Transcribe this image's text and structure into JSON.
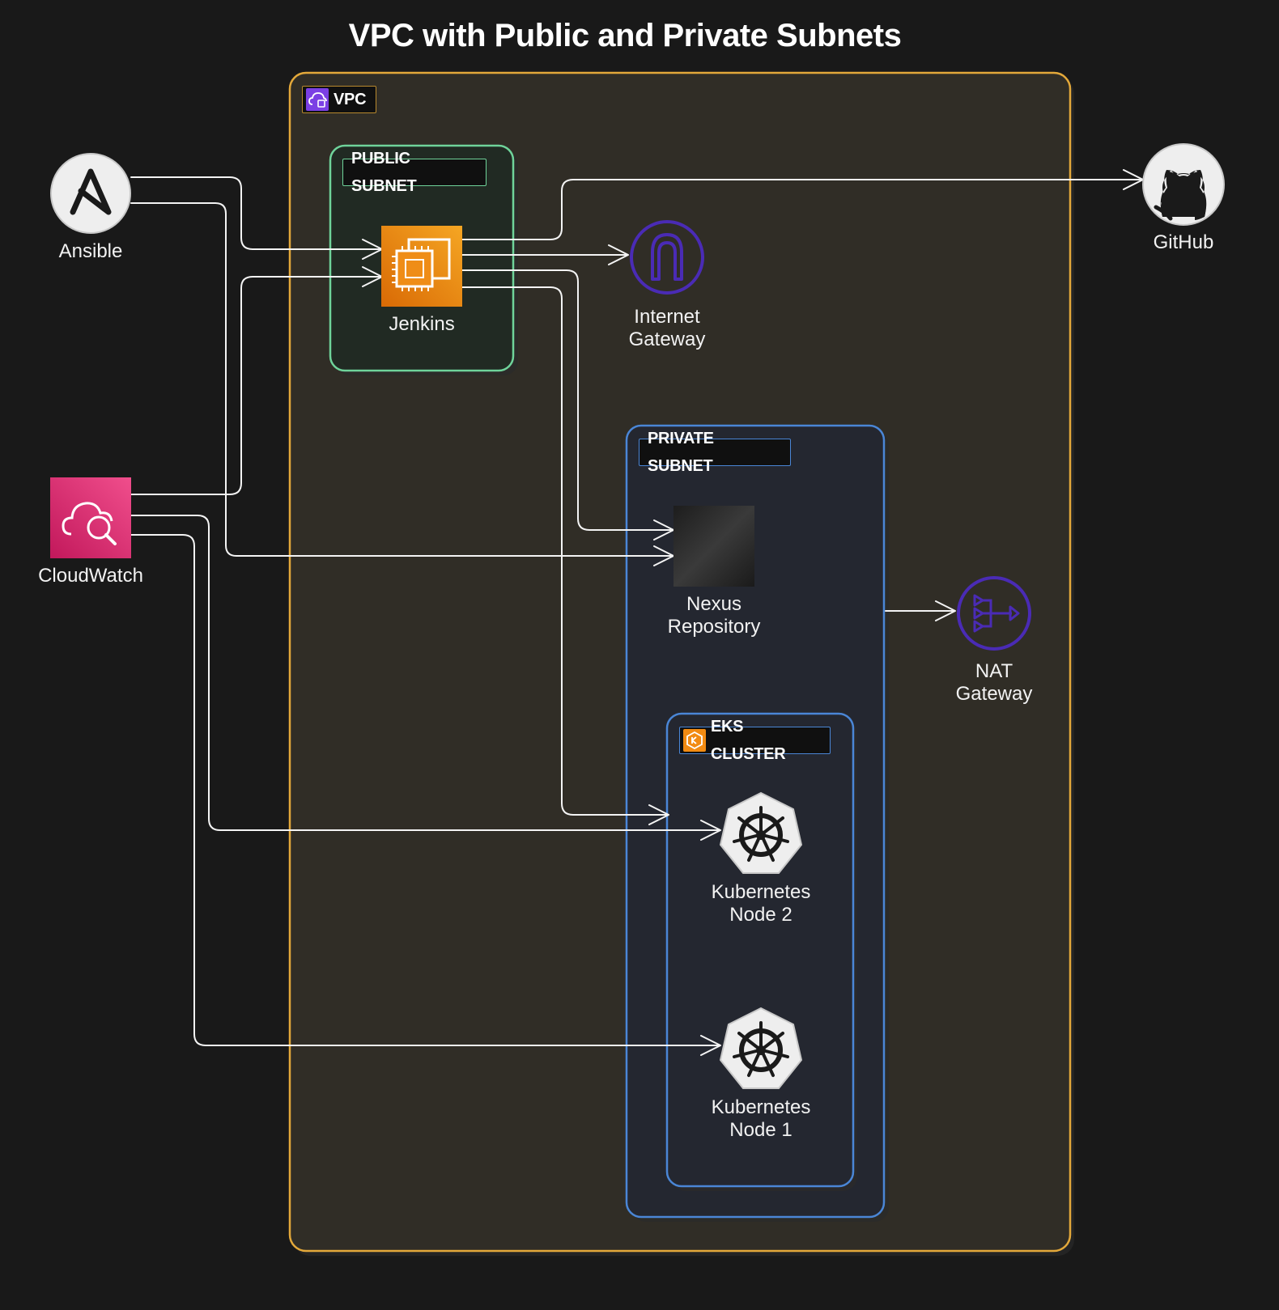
{
  "title": "VPC with Public and Private Subnets",
  "groups": {
    "vpc": "VPC",
    "public_subnet": "PUBLIC SUBNET",
    "private_subnet": "PRIVATE SUBNET",
    "eks_cluster": "EKS CLUSTER"
  },
  "nodes": {
    "ansible": "Ansible",
    "cloudwatch": "CloudWatch",
    "jenkins": "Jenkins",
    "internet_gateway": [
      "Internet",
      "Gateway"
    ],
    "github": "GitHub",
    "nexus": [
      "Nexus",
      "Repository"
    ],
    "nat_gateway": [
      "NAT",
      "Gateway"
    ],
    "k8s_node2": [
      "Kubernetes",
      "Node 2"
    ],
    "k8s_node1": [
      "Kubernetes",
      "Node 1"
    ]
  },
  "colors": {
    "vpc_border": "#e3a83a",
    "public_subnet_border": "#6fd39a",
    "private_subnet_border": "#4a86d6",
    "jenkins_orange": "#f28b12",
    "cloudwatch_pink": "#e0306a",
    "gateway_purple": "#4a2bb5"
  }
}
